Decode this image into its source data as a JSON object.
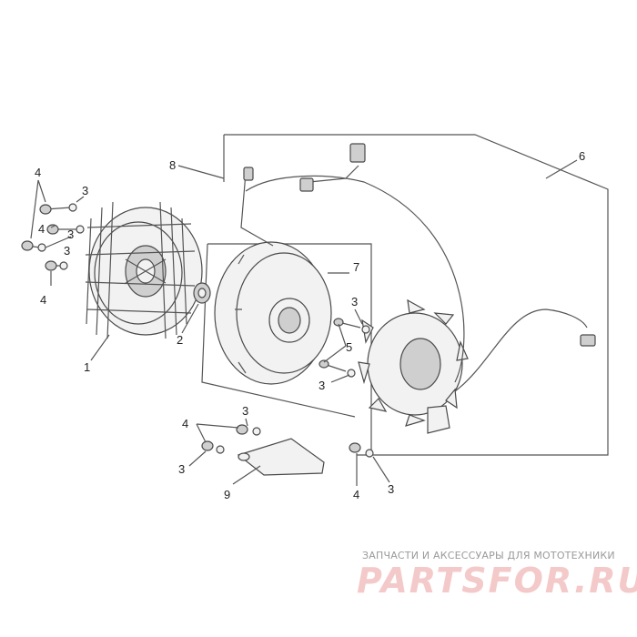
{
  "callouts": {
    "c1": "1",
    "c2": "2",
    "c3a": "3",
    "c3b": "3",
    "c3c": "3",
    "c3d": "3",
    "c3e": "3",
    "c3f": "3",
    "c4a": "4",
    "c4b": "4",
    "c4c": "4",
    "c4d": "4",
    "c4e": "4",
    "c5": "5",
    "c6": "6",
    "c7": "7",
    "c8": "8",
    "c9": "9"
  },
  "watermark": {
    "caption": "ЗАПЧАСТИ И АКСЕССУАРЫ ДЛЯ МОТОТЕХНИКИ",
    "logo": "PARTSFOR.RU",
    "color": "#f4c9c9"
  }
}
